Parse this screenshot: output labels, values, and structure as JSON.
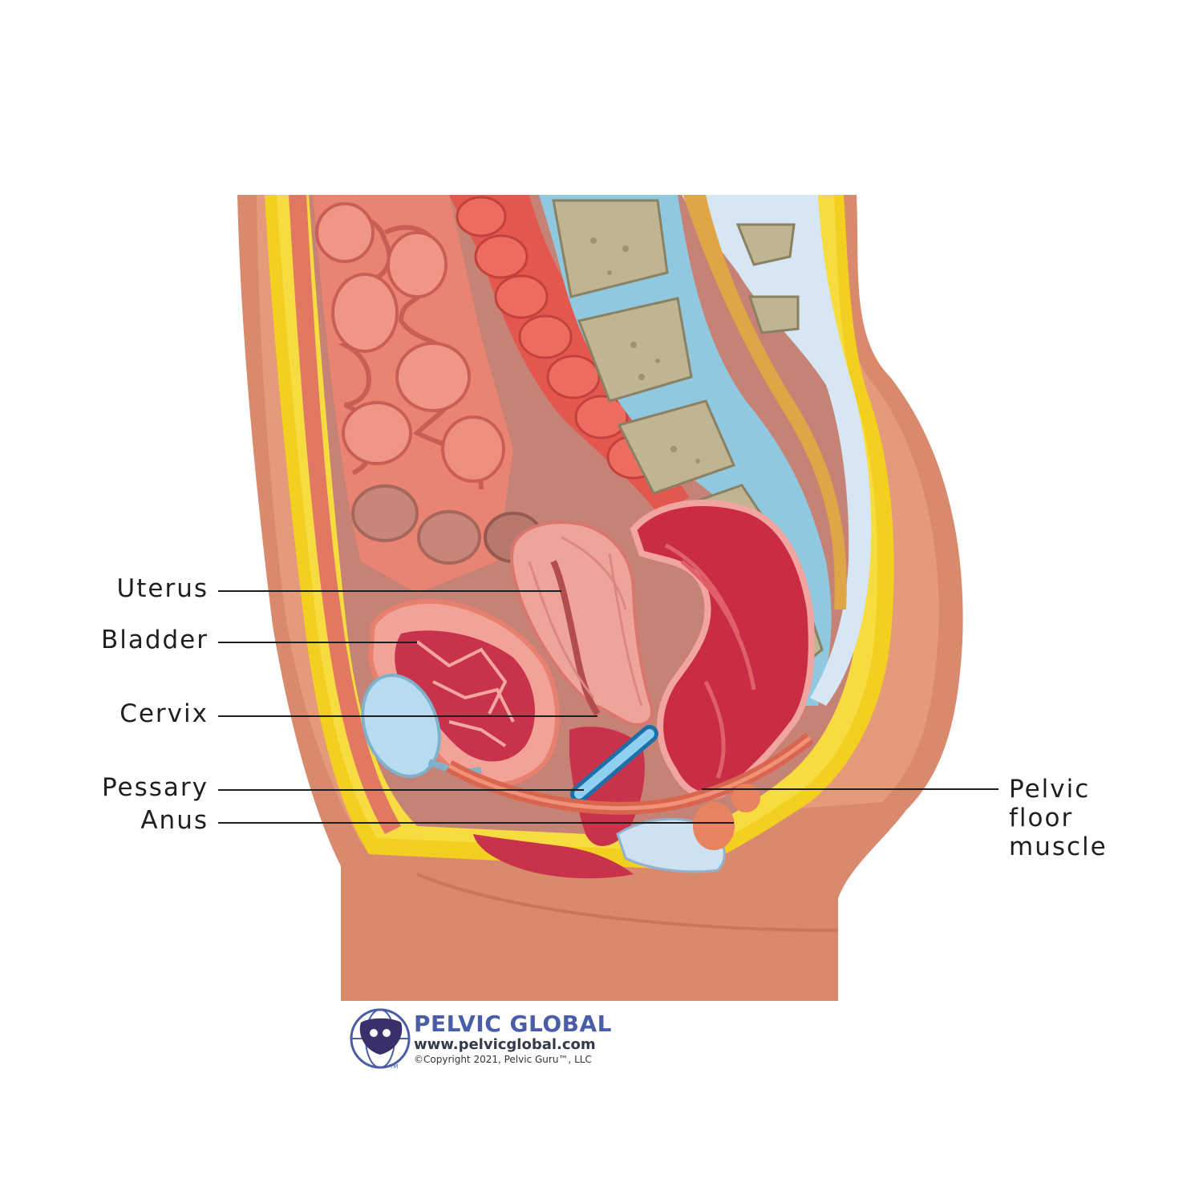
{
  "labels": {
    "uterus": "Uterus",
    "bladder": "Bladder",
    "cervix": "Cervix",
    "pessary": "Pessary",
    "anus": "Anus",
    "pelvic_floor_line1": "Pelvic",
    "pelvic_floor_line2": "floor",
    "pelvic_floor_line3": "muscle"
  },
  "logo": {
    "title": "PELVIC GLOBAL",
    "url": "www.pelvicglobal.com",
    "copyright": "©Copyright 2021, Pelvic Guru™, LLC",
    "tm": "TM"
  },
  "colors": {
    "skin": "#d98a6c",
    "fat": "#f3d020",
    "intestine": "#e98372",
    "colon": "#e4574f",
    "bone": "#bfb593",
    "disc": "#8fc8df",
    "uterus": "#efa49a",
    "rectum": "#c82d45",
    "pessary": "#3fa3d9",
    "brand": "#4a5ea8"
  }
}
